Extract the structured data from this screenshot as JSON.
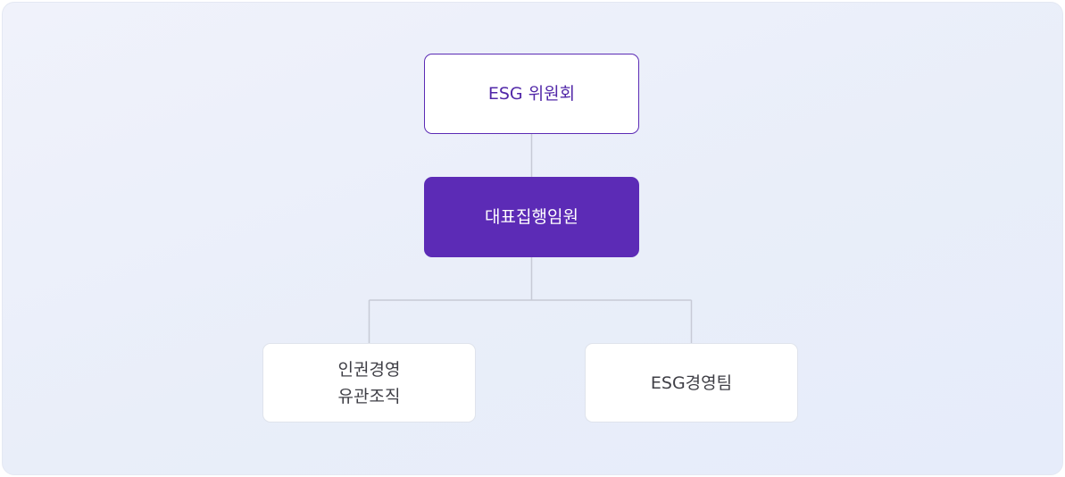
{
  "diagram": {
    "root": {
      "label": "ESG 위원회"
    },
    "executive": {
      "label": "대표집행임원"
    },
    "children": [
      {
        "lines": [
          "인권경영",
          "유관조직"
        ]
      },
      {
        "lines": [
          "ESG경영팀"
        ]
      }
    ]
  },
  "colors": {
    "accent": "#5c2bb6",
    "root_text": "#5228a8",
    "connector": "#c7cad6",
    "child_text": "#3f3f46"
  }
}
